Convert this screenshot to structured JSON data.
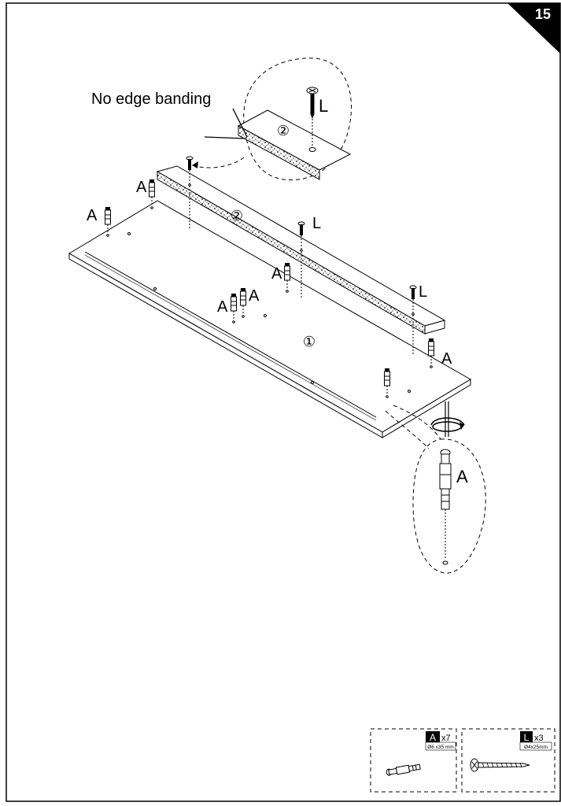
{
  "page": {
    "step_number": "15"
  },
  "callout": {
    "label": "No edge banding",
    "panel_number": "②",
    "screw_label": "L"
  },
  "panels": {
    "panel_1": "①",
    "panel_2": "②"
  },
  "labels": {
    "cam_label": "A",
    "screw_label": "L"
  },
  "parts": [
    {
      "letter": "A",
      "quantity": "x7",
      "size": "Ø6 x35 mm",
      "icon": "cam-dowel-icon"
    },
    {
      "letter": "L",
      "quantity": "x3",
      "size": "Ø4x25mm",
      "icon": "screw-icon"
    }
  ]
}
